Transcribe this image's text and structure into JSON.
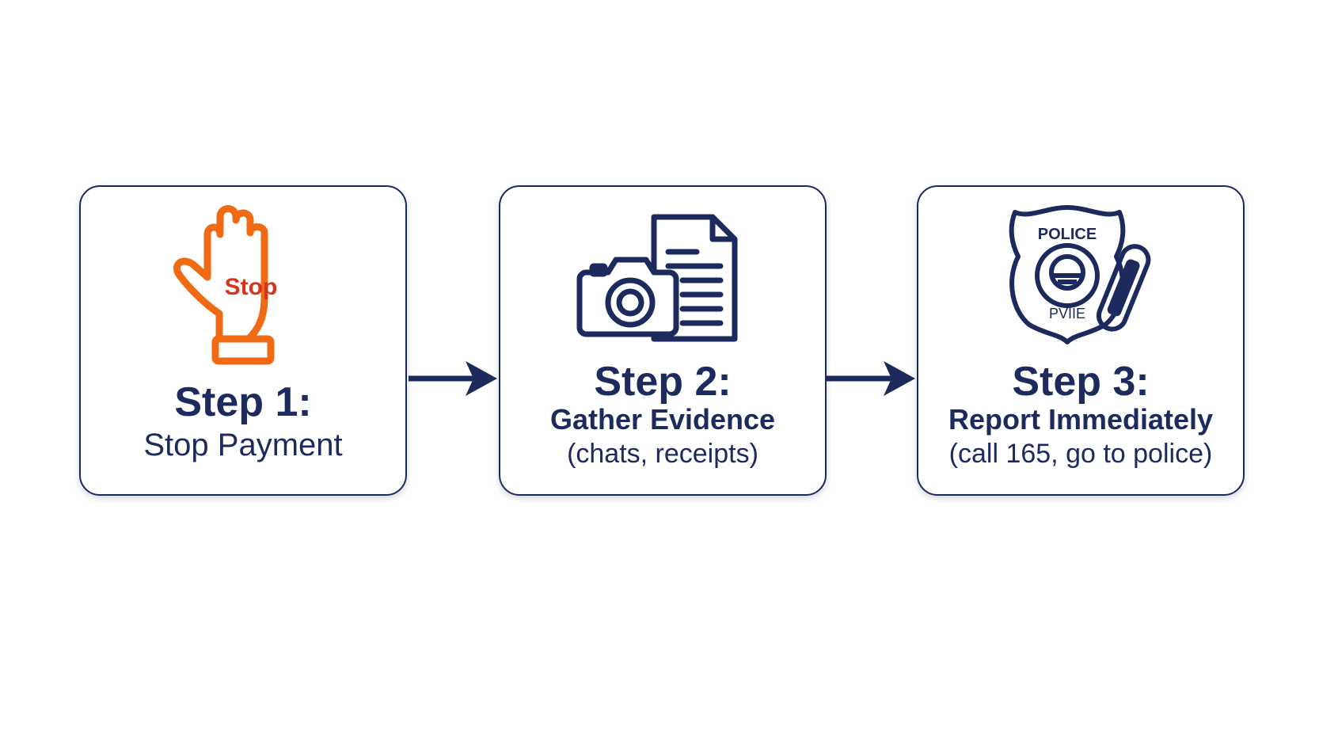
{
  "colors": {
    "primary": "#1c2a5e",
    "accent": "#f06a14",
    "stop_text": "#d9341b"
  },
  "steps": [
    {
      "title": "Step 1:",
      "subtitle": "Stop Payment",
      "icon": "stop-hand-icon",
      "icon_text": "Stop"
    },
    {
      "title": "Step 2:",
      "subtitle": "Gather Evidence",
      "detail": "(chats, receipts)",
      "icon": "camera-document-icon"
    },
    {
      "title": "Step 3:",
      "subtitle": "Report Immediately",
      "detail": "(call 165, go to police)",
      "icon": "police-badge-phone-icon",
      "badge_top": "POLICE",
      "badge_bottom": "PVIIE"
    }
  ],
  "connectors": [
    "arrow-right-icon",
    "arrow-right-icon"
  ]
}
